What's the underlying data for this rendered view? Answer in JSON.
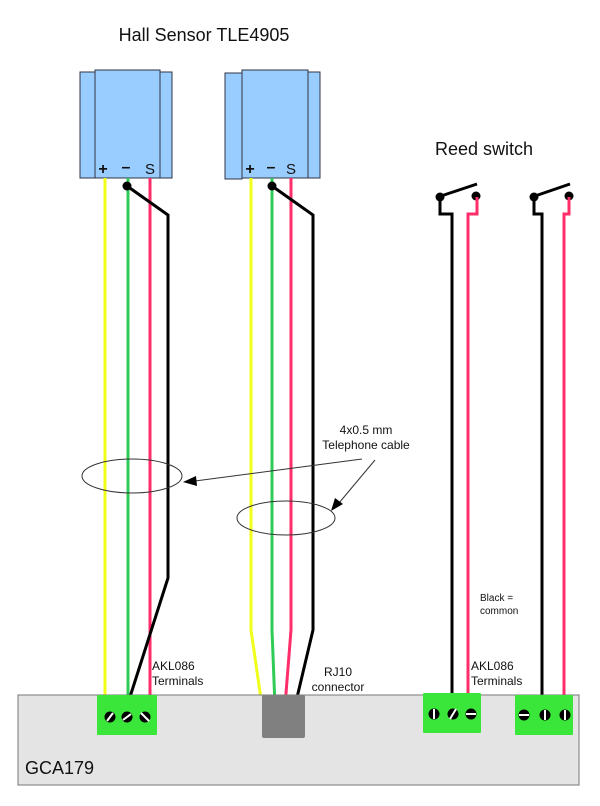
{
  "title": "Hall Sensor TLE4905",
  "reed_title": "Reed switch",
  "sensor_pins": [
    "+",
    "–",
    "S"
  ],
  "cable_label_line1": "4x0.5 mm",
  "cable_label_line2": "Telephone cable",
  "terminals_label_line1": "AKL086",
  "terminals_label_line2": "Terminals",
  "rj10_label_line1": "RJ10",
  "rj10_label_line2": "connector",
  "black_common_line1": "Black =",
  "black_common_line2": "common",
  "board_label": "GCA179",
  "colors": {
    "yellow": "#f0ff1a",
    "green": "#2ecc55",
    "red": "#ff2d6a",
    "black": "#000000",
    "sensor_body": "#99ccff",
    "terminal": "#3ae63a",
    "rj10": "#808080",
    "board": "#e4e4e4"
  }
}
